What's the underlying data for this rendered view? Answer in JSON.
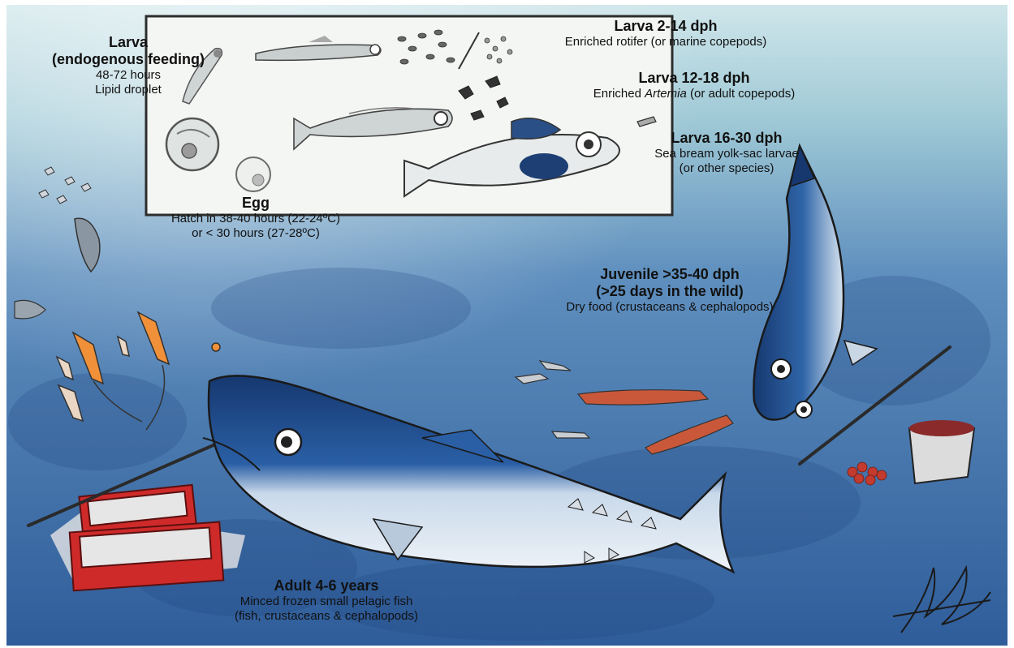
{
  "colors": {
    "water_light": "#9fc9d6",
    "water_deep": "#2f5d9a",
    "tuna_blue": "#1f4e8f",
    "tuna_belly": "#dfe9f2",
    "crate_red": "#cf2a2a",
    "orange_squid": "#f0913a",
    "shrimp_red": "#c9583a"
  },
  "stages": {
    "larva_endogenous": {
      "title_line1": "Larva",
      "title_line2": "(endogenous feeding)",
      "desc_line1": "48-72 hours",
      "desc_line2": "Lipid droplet"
    },
    "egg": {
      "title": "Egg",
      "desc_line1": "Hatch in 38-40 hours  (22-24ºC)",
      "desc_line2": "or < 30 hours (27-28ºC)"
    },
    "larva_2_14": {
      "title": "Larva 2-14 dph",
      "desc": "Enriched rotifer (or marine copepods)"
    },
    "larva_12_18": {
      "title": "Larva 12-18 dph",
      "desc_pre": "Enriched ",
      "desc_italic": "Artemia",
      "desc_post": " (or adult copepods)"
    },
    "larva_16_30": {
      "title": "Larva 16-30 dph",
      "desc_line1": "Sea bream yolk-sac larvae",
      "desc_line2": "(or other species)"
    },
    "juvenile": {
      "title_line1": "Juvenile >35-40 dph",
      "title_line2": "(>25 days in the wild)",
      "desc": "Dry food (crustaceans & cephalopods)"
    },
    "adult": {
      "title": "Adult 4-6 years",
      "desc_line1": "Minced frozen small pelagic fish",
      "desc_line2": "(fish, crustaceans & cephalopods)"
    }
  }
}
